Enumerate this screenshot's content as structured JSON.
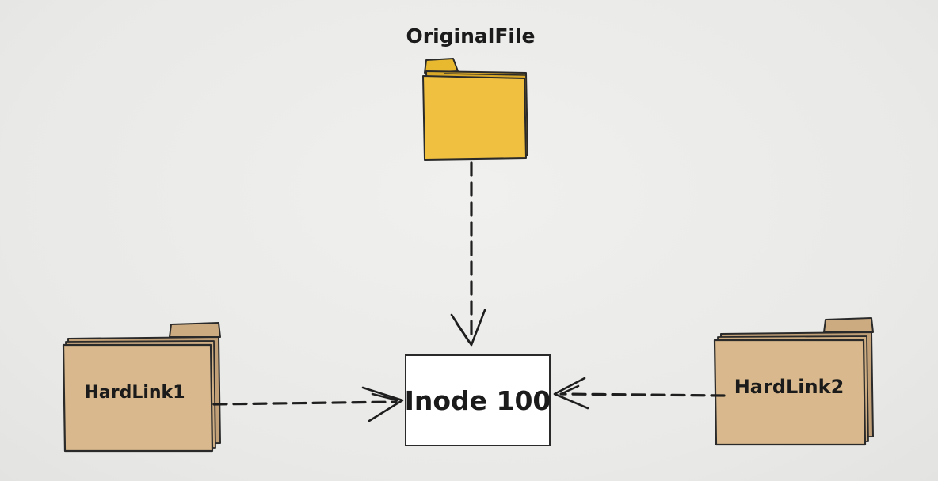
{
  "nodes": {
    "original": {
      "label": "OriginalFile"
    },
    "inode": {
      "label": "Inode 100"
    },
    "hardlink1": {
      "label": "HardLink1"
    },
    "hardlink2": {
      "label": "HardLink2"
    }
  },
  "colors": {
    "original_folder": "#f0c040",
    "hardlink_folder": "#d8b88c",
    "ink": "#1e1e1e"
  }
}
